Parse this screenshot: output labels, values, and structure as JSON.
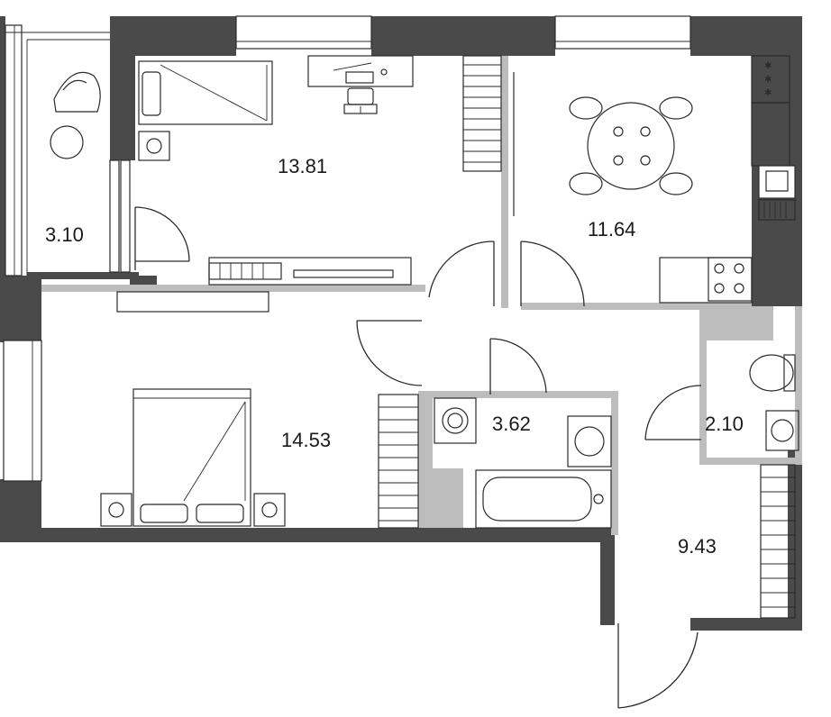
{
  "rooms": {
    "balcony": {
      "area": "3.10"
    },
    "bedroom_1": {
      "area": "13.81"
    },
    "kitchen": {
      "area": "11.64"
    },
    "bedroom_2": {
      "area": "14.53"
    },
    "bathroom": {
      "area": "3.62"
    },
    "wc": {
      "area": "2.10"
    },
    "hallway": {
      "area": "9.43"
    }
  },
  "colors": {
    "outer_wall": "#4a4a4a",
    "partition": "#bdbdbd",
    "line": "#2b2b2b",
    "text": "#1a1a1a"
  }
}
